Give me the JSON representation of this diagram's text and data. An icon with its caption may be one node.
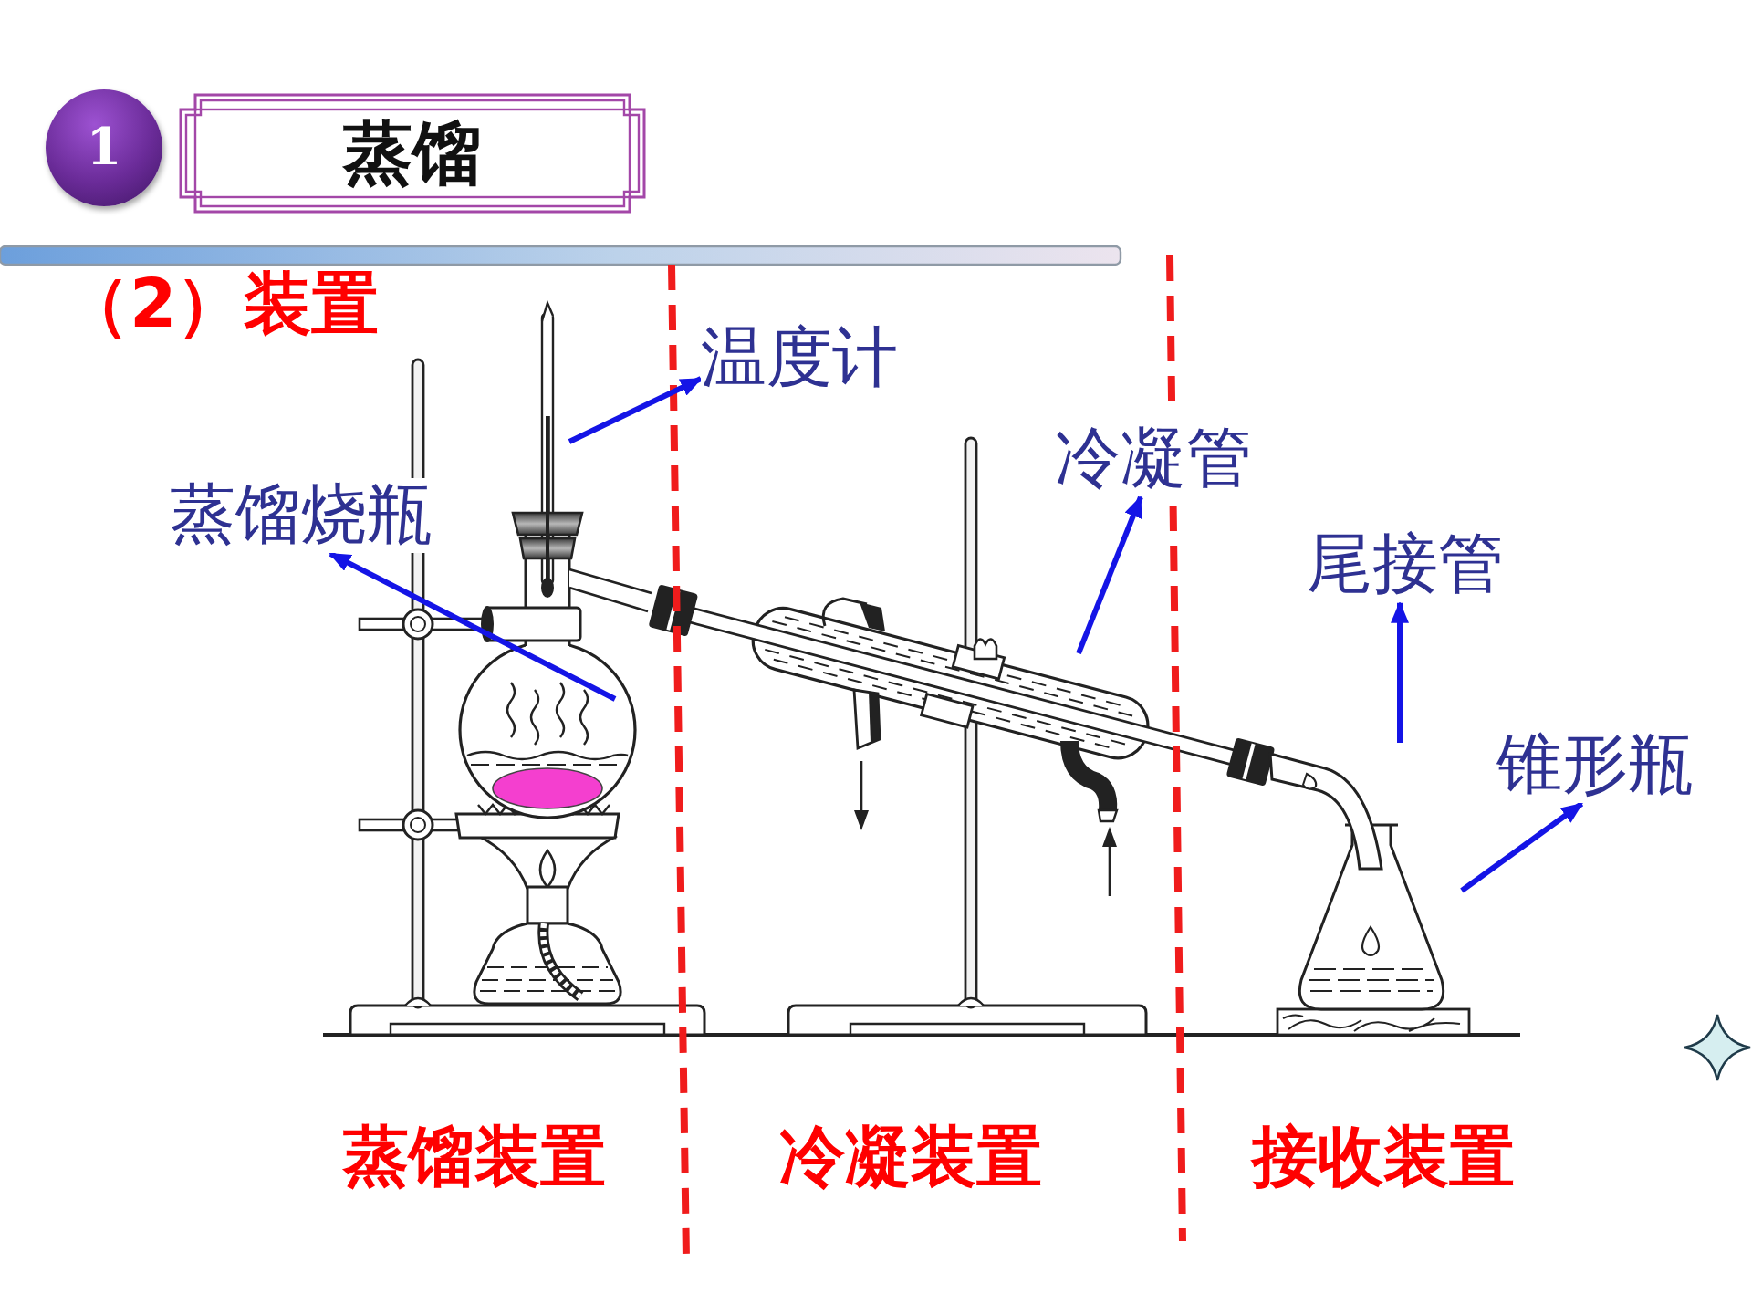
{
  "diagram": {
    "nodes": [
      {
        "text": [
          "1"
        ]
      },
      {
        "text": [
          "蒸馏"
        ]
      },
      {
        "text": [
          "温度计"
        ]
      },
      {
        "text": [
          "蒸馏烧瓶"
        ]
      },
      {
        "text": [
          "冷凝管"
        ]
      },
      {
        "text": [
          "尾接管"
        ]
      },
      {
        "text": [
          "锥形瓶"
        ]
      }
    ],
    "edges": [
      {
        "from": null,
        "to": 2,
        "arrow": "to"
      },
      {
        "from": null,
        "to": 3,
        "arrow": "to"
      },
      {
        "from": null,
        "to": 4,
        "arrow": "to"
      },
      {
        "from": null,
        "to": 5,
        "arrow": "to"
      },
      {
        "from": null,
        "to": 6,
        "arrow": "to"
      }
    ],
    "labels": [
      "（2）装置",
      "蒸馏装置",
      "冷凝装置",
      "接收装置"
    ]
  }
}
